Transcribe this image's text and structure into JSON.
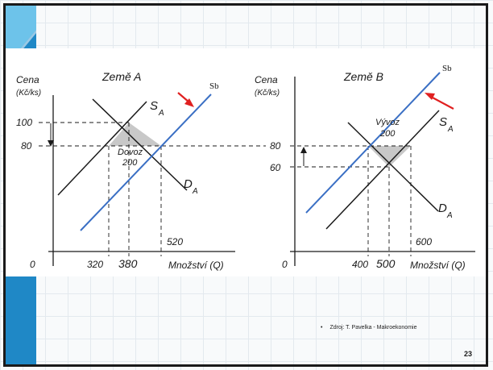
{
  "slide": {
    "source_note": "Zdroj: T. Pavelka - Makroekonomie",
    "page_number": "23"
  },
  "colors": {
    "ribbon": "#1f88c6",
    "ribbon_light": "#6dc3ea",
    "sb_line": "#3a6fc4",
    "arrow": "#e02020",
    "shading": "#c8c8c8"
  },
  "graph_a": {
    "title": "Země A",
    "y_label_line1": "Cena",
    "y_label_line2": "(Kč/ks)",
    "x_label": "Množství (Q)",
    "y_ticks": [
      "100",
      "80"
    ],
    "x_origin": "0",
    "x_ticks": [
      "320",
      "380"
    ],
    "qty_label": "520",
    "supply_label": "S",
    "supply_sub": "A",
    "demand_label": "D",
    "demand_sub": "A",
    "area_label_1": "Dovoz",
    "area_label_2": "200",
    "sb_label": "Sb"
  },
  "graph_b": {
    "title": "Země B",
    "y_label_line1": "Cena",
    "y_label_line2": "(Kč/ks)",
    "x_label": "Množství (Q)",
    "y_ticks": [
      "80",
      "60"
    ],
    "x_origin": "0",
    "x_ticks": [
      "400",
      "500"
    ],
    "qty_label": "600",
    "supply_label": "S",
    "supply_sub": "A",
    "demand_label": "D",
    "demand_sub": "A",
    "area_label_1": "Vývoz",
    "area_label_2": "200",
    "sb_label": "Sb"
  }
}
